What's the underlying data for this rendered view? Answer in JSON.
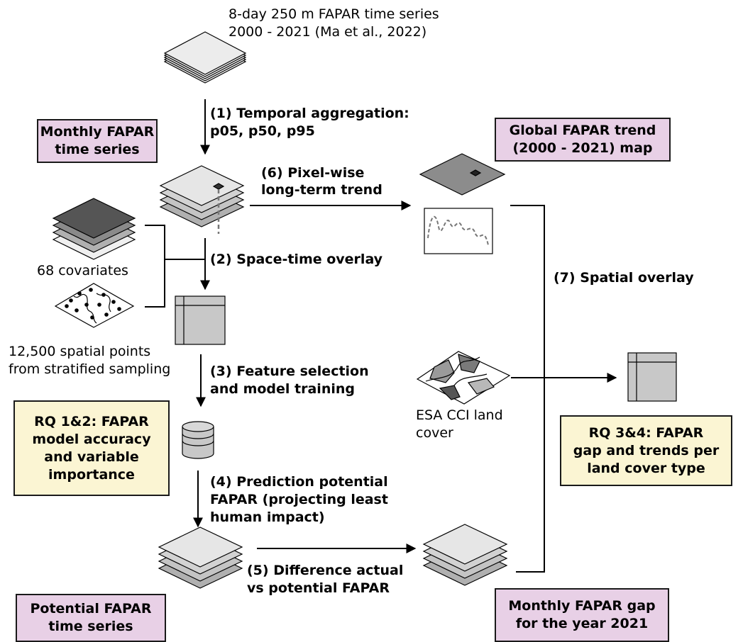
{
  "input": {
    "line1": "8-day 250 m FAPAR time series",
    "line2": "2000 - 2021 (Ma et al., 2022)"
  },
  "steps": {
    "s1": {
      "line1": "(1) Temporal aggregation:",
      "line2": "p05, p50, p95"
    },
    "s2": {
      "line1": "(2) Space-time overlay"
    },
    "s3": {
      "line1": "(3) Feature selection",
      "line2": "and model training"
    },
    "s4": {
      "line1": "(4) Prediction potential",
      "line2": "FAPAR (projecting least",
      "line3": "human impact)"
    },
    "s5": {
      "line1": "(5) Difference actual",
      "line2": "vs potential FAPAR"
    },
    "s6": {
      "line1": "(6) Pixel-wise",
      "line2": "long-term trend"
    },
    "s7": {
      "line1": "(7) Spatial overlay"
    }
  },
  "labels": {
    "covariates": "68 covariates",
    "points_line1": "12,500 spatial points",
    "points_line2": "from stratified sampling",
    "esa_line1": "ESA CCI land",
    "esa_line2": "cover"
  },
  "boxes": {
    "monthly_fapar": {
      "line1": "Monthly FAPAR",
      "line2": "time series"
    },
    "global_trend": {
      "line1": "Global FAPAR trend",
      "line2": "(2000 - 2021) map"
    },
    "rq12": {
      "line1": "RQ 1&2: FAPAR",
      "line2": "model accuracy",
      "line3": "and variable",
      "line4": "importance"
    },
    "rq34": {
      "line1": "RQ 3&4: FAPAR",
      "line2": "gap and trends per",
      "line3": "land cover type"
    },
    "potential_fapar": {
      "line1": "Potential FAPAR",
      "line2": "time series"
    },
    "monthly_gap": {
      "line1": "Monthly FAPAR gap",
      "line2": "for the year 2021"
    }
  },
  "colors": {
    "pink_box": "#e8d0e6",
    "yellow_box": "#fbf5d3",
    "light_layer": "#e6e6e6",
    "mid_layer": "#c8c8c8",
    "dark_layer": "#555555",
    "trend_map": "#8c8c8c"
  }
}
